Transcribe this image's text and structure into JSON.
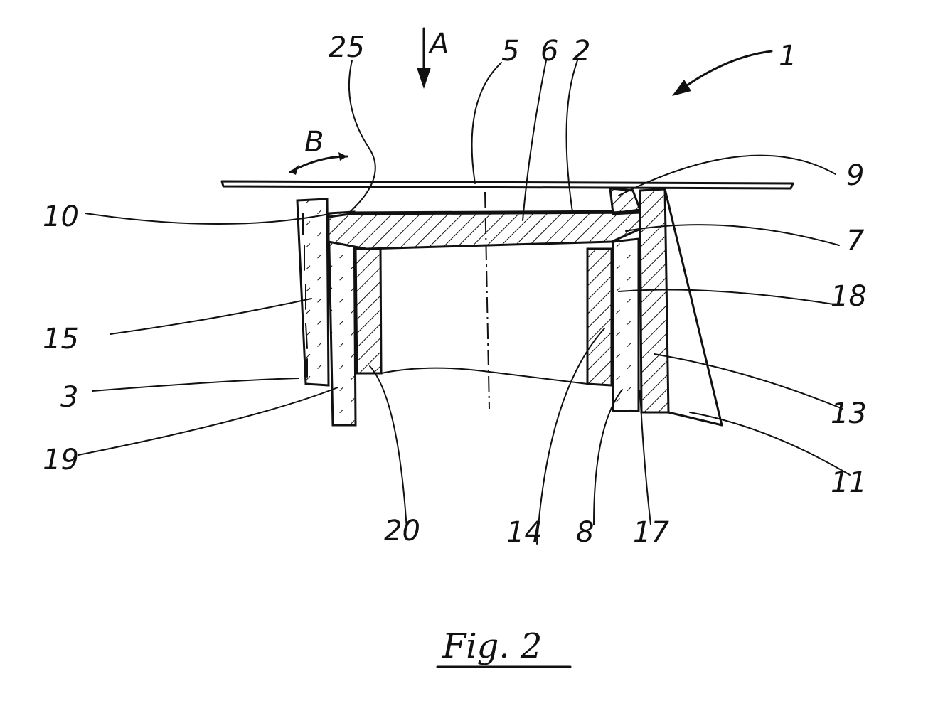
{
  "figure": {
    "caption": "Fig. 2",
    "view_arrows": {
      "a": "A",
      "b": "B"
    },
    "reference_numerals": {
      "n1": "1",
      "n2": "2",
      "n3": "3",
      "n5": "5",
      "n6": "6",
      "n7": "7",
      "n8": "8",
      "n9": "9",
      "n10": "10",
      "n11": "11",
      "n13": "13",
      "n14": "14",
      "n15": "15",
      "n17": "17",
      "n18": "18",
      "n19": "19",
      "n20": "20",
      "n25": "25"
    }
  }
}
